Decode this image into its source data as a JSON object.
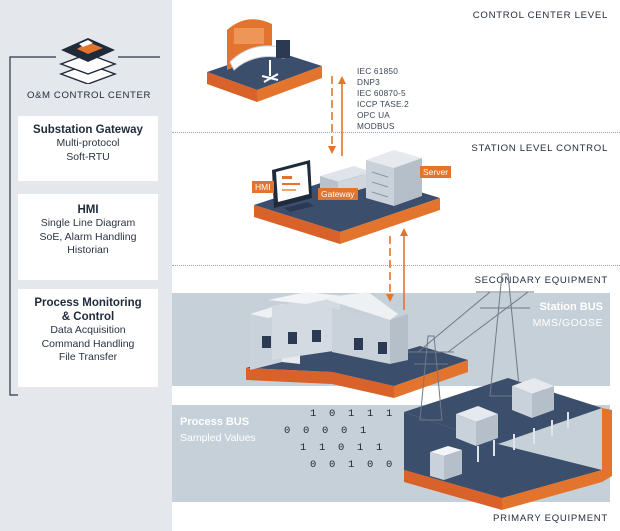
{
  "levels": {
    "control_center": "CONTROL CENTER LEVEL",
    "station_level": "STATION LEVEL CONTROL",
    "secondary": "SECONDARY EQUIPMENT",
    "primary": "PRIMARY EQUIPMENT"
  },
  "om_center": {
    "title": "O&M CONTROL CENTER"
  },
  "boxes": [
    {
      "title": "Substation Gateway",
      "lines": [
        "Multi-protocol",
        "Soft-RTU"
      ]
    },
    {
      "title": "HMI",
      "lines": [
        "Single Line Diagram",
        "SoE, Alarm Handling",
        "Historian"
      ]
    },
    {
      "title_line1": "Process Monitoring",
      "title_line2": "& Control",
      "lines": [
        "Data Acquisition",
        "Command Handling",
        "File Transfer"
      ]
    }
  ],
  "protocols": [
    "IEC 61850",
    "DNP3",
    "IEC 60870-5",
    "ICCP TASE.2",
    "OPC UA",
    "MODBUS"
  ],
  "device_tags": {
    "hmi": "HMI",
    "gateway": "Gateway",
    "server": "Server"
  },
  "station_bus": {
    "title": "Station BUS",
    "subtitle": "MMS/GOOSE"
  },
  "process_bus": {
    "title": "Process BUS",
    "subtitle": "Sampled Values"
  },
  "bit_rows": [
    "1 0 1 1 1",
    "0 0 0 0 1",
    "1 1 0 1 1",
    "0 0 1 0 0"
  ],
  "colors": {
    "accent": "#e2742e",
    "platform": "#3b4e6b",
    "panel": "#e4e8ec",
    "bus": "#c6d0d8"
  }
}
